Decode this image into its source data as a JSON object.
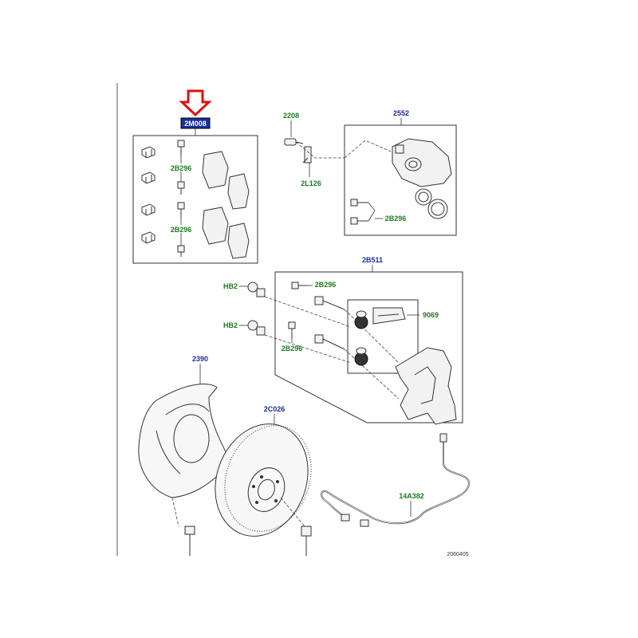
{
  "labels": {
    "highlight": "2M008",
    "pads_bolt_a": "2B296",
    "pads_bolt_b": "2B296",
    "bleed": "2208",
    "bracket": "2L126",
    "caliper": "2552",
    "caliper_bolt": "2B296",
    "carrier": "2B511",
    "guide_a": "HB2",
    "guide_b": "HB2",
    "carrier_bolt_a": "2B296",
    "carrier_bolt_b": "2B296",
    "clip": "9069",
    "shield": "2390",
    "disc": "2C026",
    "sensor": "14A382",
    "ref": "2060405"
  },
  "colors": {
    "arrow": "#e01010",
    "highlight_bg": "#1a2f9a",
    "part_label": "#1f7a1f",
    "group_label": "#1a2f9a"
  }
}
